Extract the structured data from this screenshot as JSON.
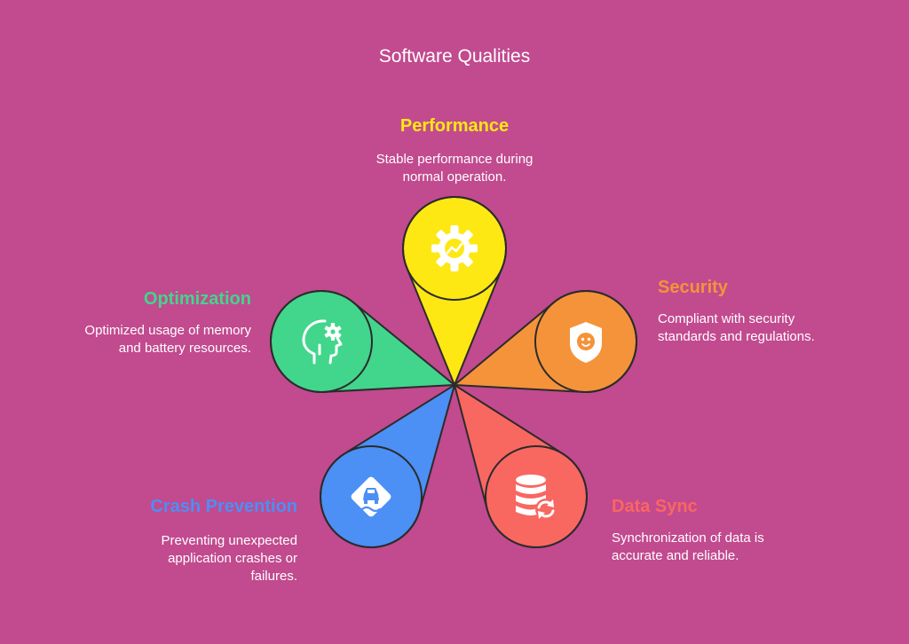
{
  "title": "Software Qualities",
  "colors": {
    "background": "#c24a8f",
    "outline": "#2b2b2b",
    "icon": "#ffffff"
  },
  "items": [
    {
      "key": "performance",
      "heading": "Performance",
      "description_lines": [
        "Stable performance during",
        "normal operation."
      ],
      "color": "#fde813",
      "heading_color": "#fde813",
      "icon": "gear-chart-icon"
    },
    {
      "key": "security",
      "heading": "Security",
      "description_lines": [
        "Compliant with security",
        "standards and regulations."
      ],
      "color": "#f5933a",
      "heading_color": "#f5933a",
      "icon": "shield-face-icon"
    },
    {
      "key": "data_sync",
      "heading": "Data Sync",
      "description_lines": [
        "Synchronization of data is",
        "accurate and reliable."
      ],
      "color": "#f96761",
      "heading_color": "#f96761",
      "icon": "database-sync-icon"
    },
    {
      "key": "crash_prevention",
      "heading": "Crash Prevention",
      "description_lines": [
        "Preventing unexpected",
        "application crashes or",
        "failures."
      ],
      "color": "#4c8ff5",
      "heading_color": "#4c8ff5",
      "icon": "car-warning-icon"
    },
    {
      "key": "optimization",
      "heading": "Optimization",
      "description_lines": [
        "Optimized usage of memory",
        "and battery resources."
      ],
      "color": "#42d58c",
      "heading_color": "#42d58c",
      "icon": "head-gear-icon"
    }
  ]
}
